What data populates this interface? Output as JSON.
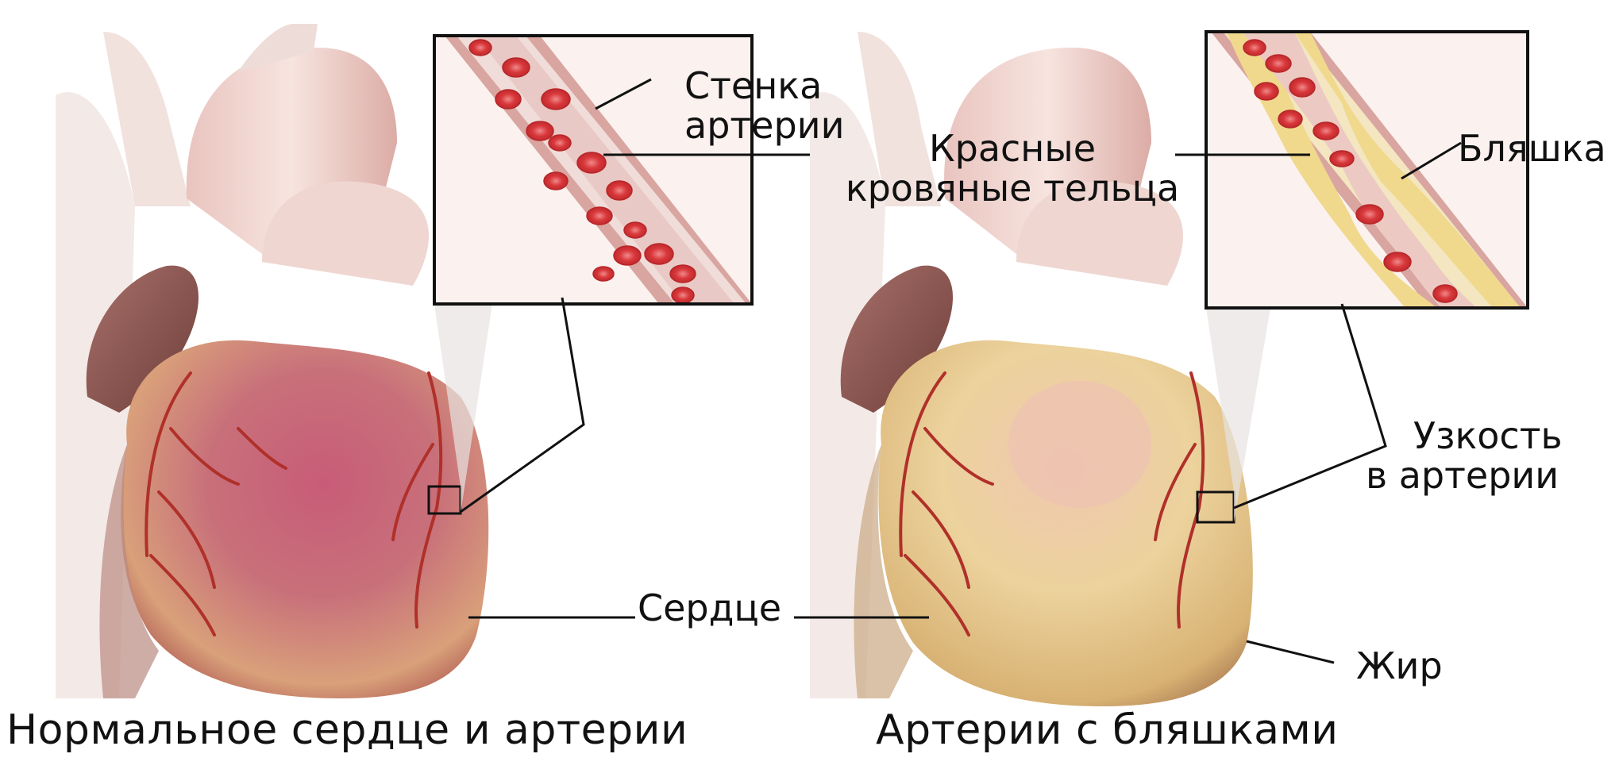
{
  "labels": {
    "artery_wall": [
      "Стенка",
      "артерии"
    ],
    "red_blood_cells": [
      "Красные",
      "кровяные тельца"
    ],
    "plaque": "Бляшка",
    "narrowing": [
      "Узкость",
      "в артерии"
    ],
    "heart": "Сердце",
    "fat": "Жир"
  },
  "captions": {
    "normal": "Нормальное сердце и артерии",
    "plaque": "Артерии с бляшками"
  },
  "colors": {
    "normal_heart": "#c96a6e",
    "fatty_heart": "#e6c98f",
    "artery": "#b0302a",
    "blood_cell": "#d9383b",
    "plaque": "#f0d98c"
  }
}
